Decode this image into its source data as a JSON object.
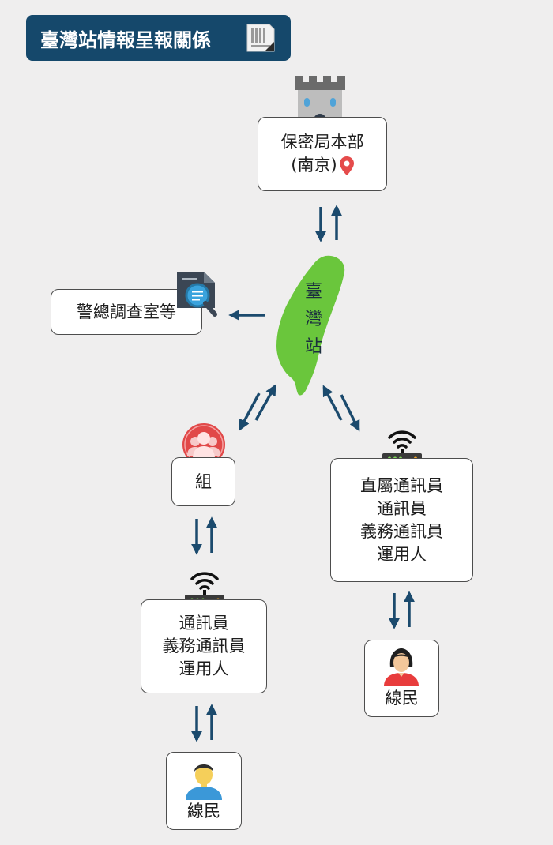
{
  "title": "臺灣站情報呈報關係",
  "colors": {
    "title_bg": "#15486b",
    "arrow": "#1b4a6d",
    "taiwan_fill": "#6ac63c",
    "pin": "#e54b4b",
    "background": "#efeeee"
  },
  "nodes": {
    "hq": {
      "lines": [
        "保密局本部",
        "(南京)"
      ],
      "icons": [
        "castle-tower-icon",
        "location-pin-icon"
      ]
    },
    "station": {
      "lines": [
        "臺",
        "灣",
        "站"
      ],
      "icon": "taiwan-map-icon"
    },
    "garrison": {
      "label": "警總調查室等",
      "icon": "document-magnifier-icon"
    },
    "group": {
      "label": "組",
      "icon": "group-people-icon"
    },
    "direct": {
      "lines": [
        "直屬通訊員",
        "通訊員",
        "義務通訊員",
        "運用人"
      ],
      "icon": "wifi-router-icon"
    },
    "left_comm": {
      "lines": [
        "通訊員",
        "義務通訊員",
        "運用人"
      ],
      "icon": "wifi-router-icon"
    },
    "informant_right": {
      "label": "線民",
      "icon": "woman-avatar-icon"
    },
    "informant_left": {
      "label": "線民",
      "icon": "man-avatar-icon"
    }
  }
}
